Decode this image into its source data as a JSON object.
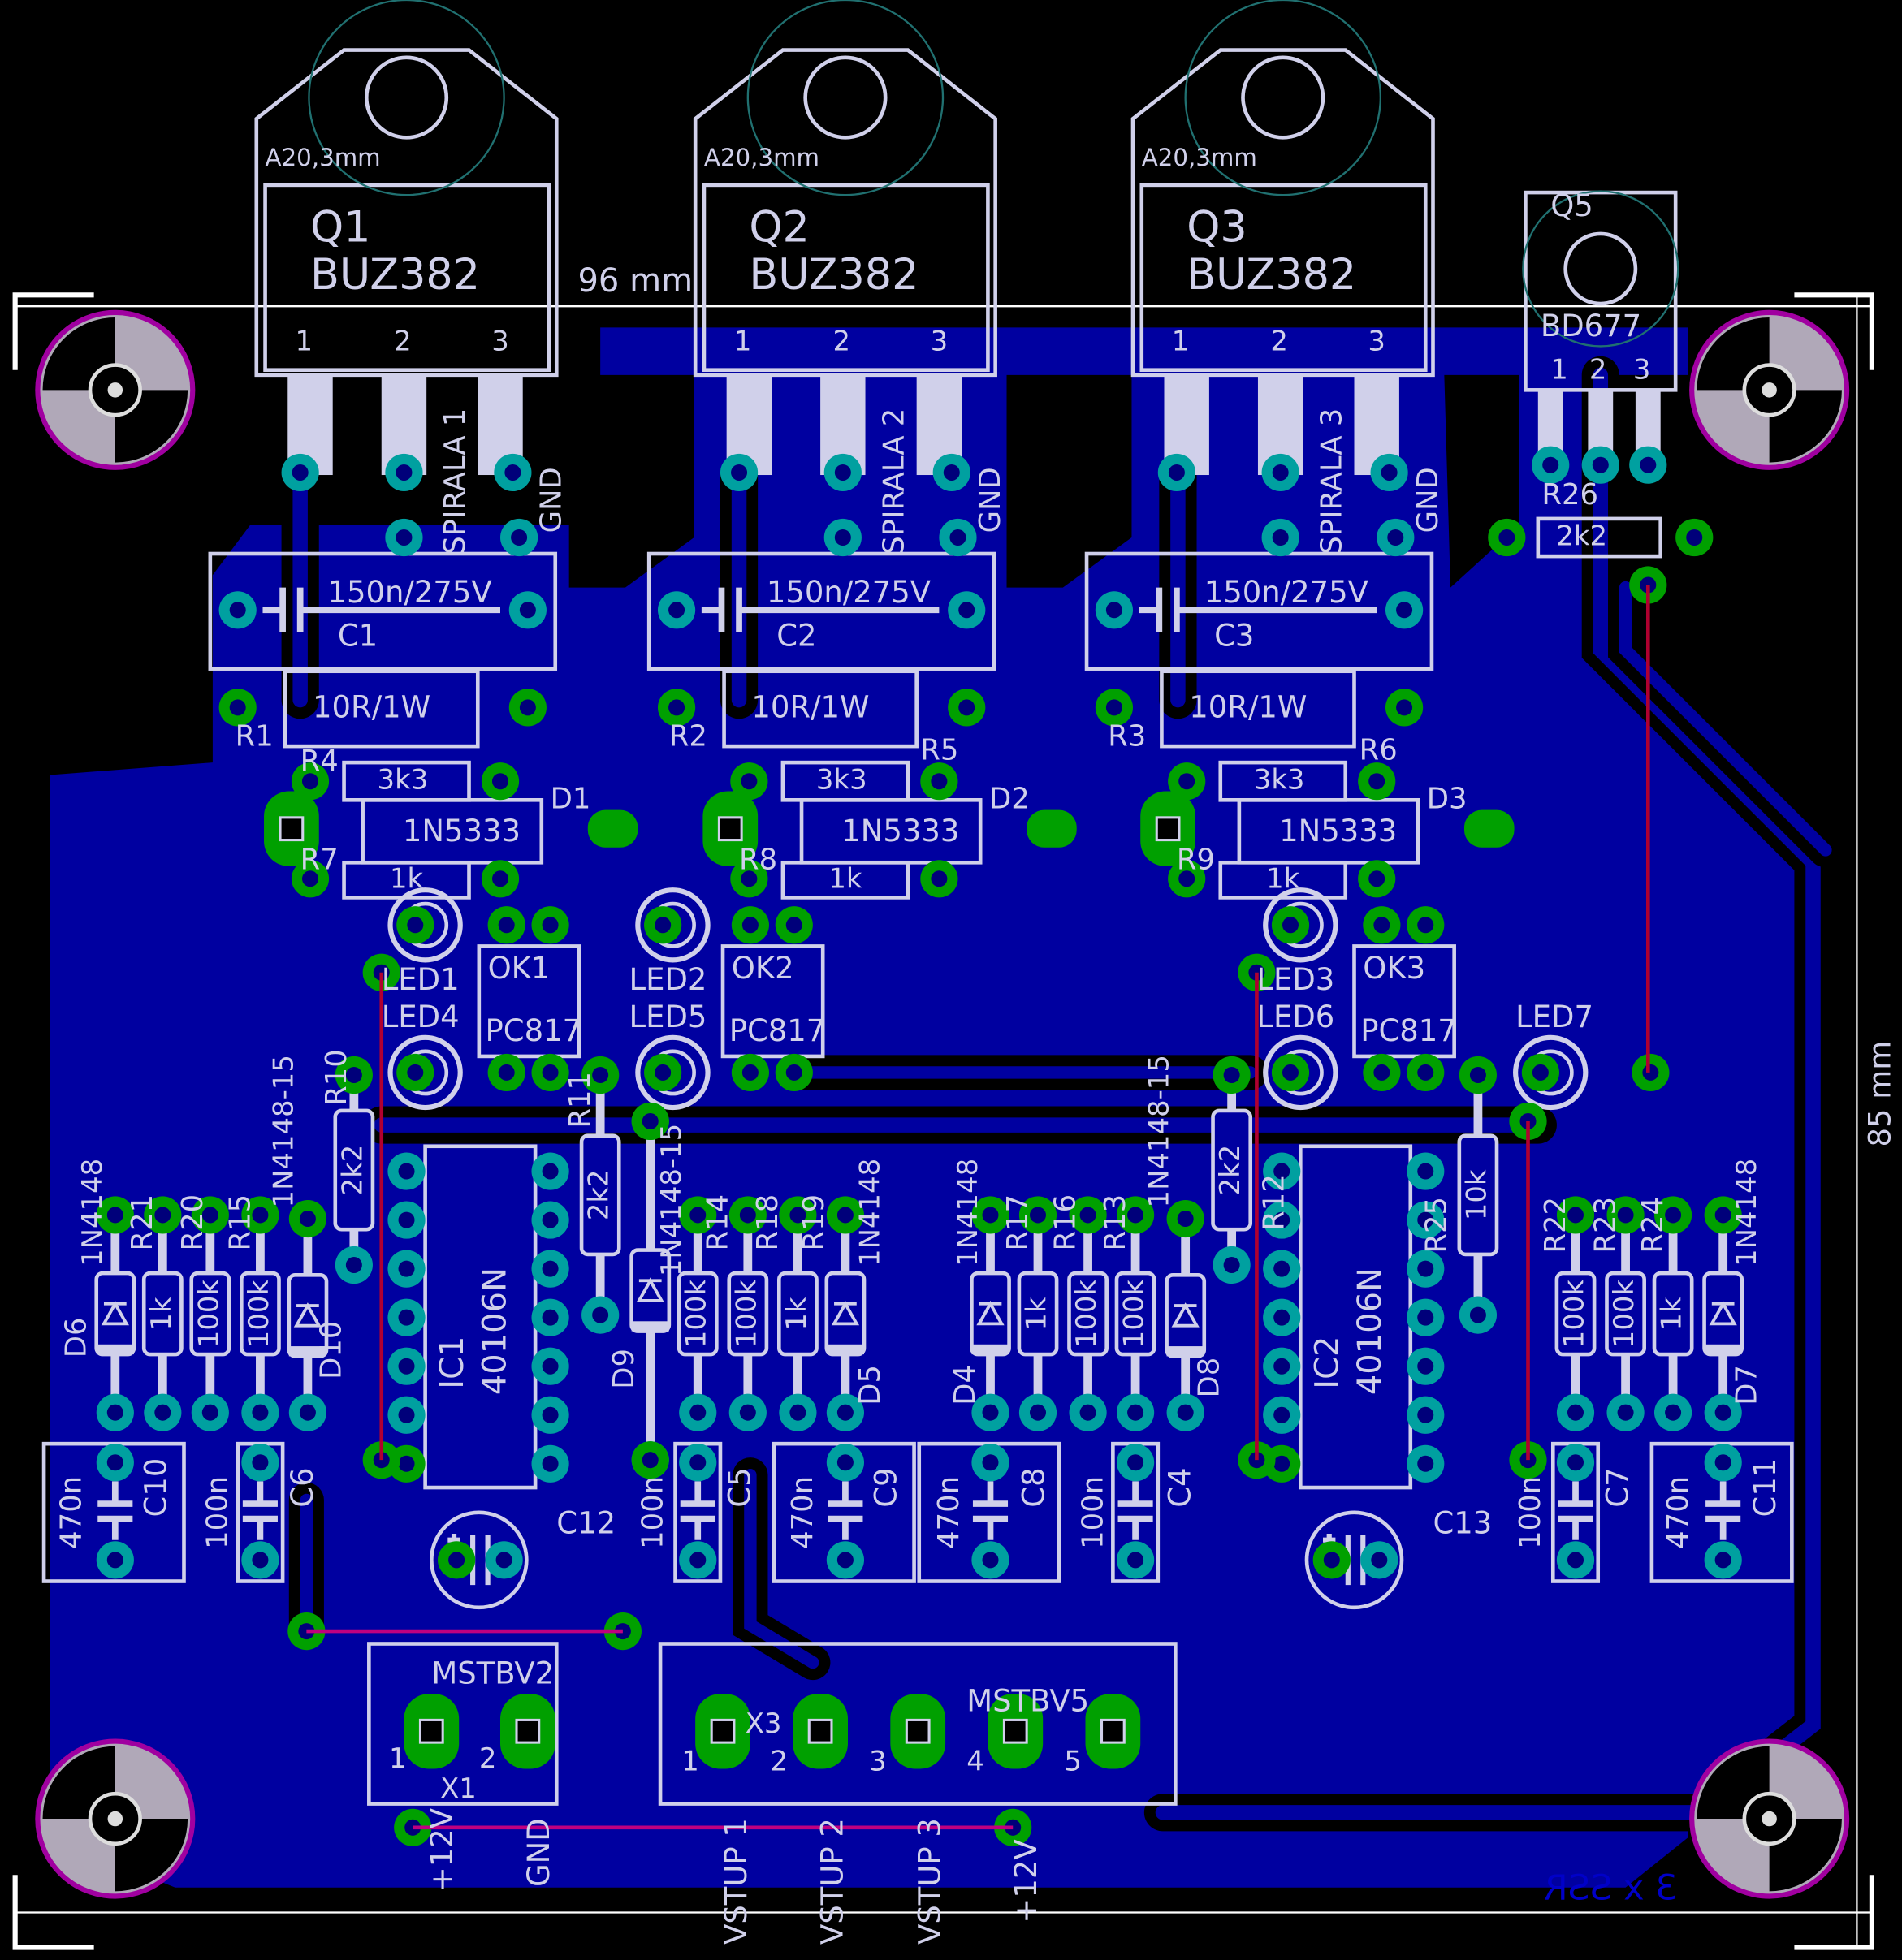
{
  "board": {
    "width_dimension": "96 mm",
    "height_dimension": "85 mm",
    "mirror_text": "3 x SSR"
  },
  "colors": {
    "background": "#000000",
    "copper_bottom": "#0000a0",
    "pad": "#00a000",
    "pad_top": "#00a0a0",
    "silkscreen": "#d0d0ea",
    "airwire": "#b00030",
    "mirror_text": "#0000c8"
  },
  "power_stages": [
    {
      "ref": "Q1",
      "value": "BUZ382",
      "package": "A20,3mm",
      "pins": [
        "1",
        "2",
        "3"
      ],
      "spiral": "SPIRALA 1",
      "gnd": "GND",
      "cap_ref": "C1",
      "cap_value": "150n/275V",
      "gate_res_ref": "R1",
      "gate_res_value": "10R/1W",
      "r_a_ref": "R4",
      "r_a_value": "3k3",
      "zener_ref": "D1",
      "zener_value": "1N5333",
      "r_b_ref": "R7",
      "r_b_value": "1k"
    },
    {
      "ref": "Q2",
      "value": "BUZ382",
      "package": "A20,3mm",
      "pins": [
        "1",
        "2",
        "3"
      ],
      "spiral": "SPIRALA 2",
      "gnd": "GND",
      "cap_ref": "C2",
      "cap_value": "150n/275V",
      "gate_res_ref": "R2",
      "gate_res_value": "10R/1W",
      "r_a_ref": "R5",
      "r_a_value": "3k3",
      "zener_ref": "D2",
      "zener_value": "1N5333",
      "r_b_ref": "R8",
      "r_b_value": "1k"
    },
    {
      "ref": "Q3",
      "value": "BUZ382",
      "package": "A20,3mm",
      "pins": [
        "1",
        "2",
        "3"
      ],
      "spiral": "SPIRALA 3",
      "gnd": "GND",
      "cap_ref": "C3",
      "cap_value": "150n/275V",
      "gate_res_ref": "R3",
      "gate_res_value": "10R/1W",
      "r_a_ref": "R6",
      "r_a_value": "3k3",
      "zener_ref": "D3",
      "zener_value": "1N5333",
      "r_b_ref": "R9",
      "r_b_value": "1k"
    }
  ],
  "q5": {
    "ref": "Q5",
    "value": "BD677",
    "pins": [
      "1",
      "2",
      "3"
    ],
    "res_ref": "R26",
    "res_value": "2k2"
  },
  "optos": [
    {
      "ref": "OK1",
      "value": "PC817",
      "led_in": "LED1",
      "led_out": "LED4"
    },
    {
      "ref": "OK2",
      "value": "PC817",
      "led_in": "LED2",
      "led_out": "LED5"
    },
    {
      "ref": "OK3",
      "value": "PC817",
      "led_in": "LED3",
      "led_out": "LED6"
    }
  ],
  "led7": "LED7",
  "ics": [
    {
      "ref": "IC1",
      "value": "40106N"
    },
    {
      "ref": "IC2",
      "value": "40106N"
    }
  ],
  "parts": {
    "D6": "1N4148",
    "R21": "1k",
    "R20": "100k",
    "R15": "100k",
    "D10": "1N4148-15",
    "R10": "2k2",
    "C10": "470n",
    "C6": "100n",
    "C12": "",
    "R11": "2k2",
    "D9": "1N4148-15",
    "R14": "100k",
    "R18": "100k",
    "R19": "1k",
    "D5": "1N4148",
    "C5": "100n",
    "C9": "470n",
    "D4": "1N4148",
    "R17": "1k",
    "R16": "100k",
    "R13": "100k",
    "D8": "1N4148-15",
    "R12": "2k2",
    "C8": "470n",
    "C4": "100n",
    "C13": "",
    "R25": "10k",
    "R22": "100k",
    "R23": "100k",
    "R24": "1k",
    "D7": "1N4148",
    "C7": "100n",
    "C11": "470n"
  },
  "connectors": [
    {
      "ref": "X1",
      "type": "MSTBV2",
      "pins": [
        "1",
        "2"
      ],
      "nets": [
        "+12V",
        "GND"
      ]
    },
    {
      "ref": "X3",
      "type": "MSTBV5",
      "pins": [
        "1",
        "2",
        "3",
        "4",
        "5"
      ],
      "nets": [
        "VSTUP 1",
        "VSTUP 2",
        "VSTUP 3",
        "+12V"
      ]
    }
  ]
}
